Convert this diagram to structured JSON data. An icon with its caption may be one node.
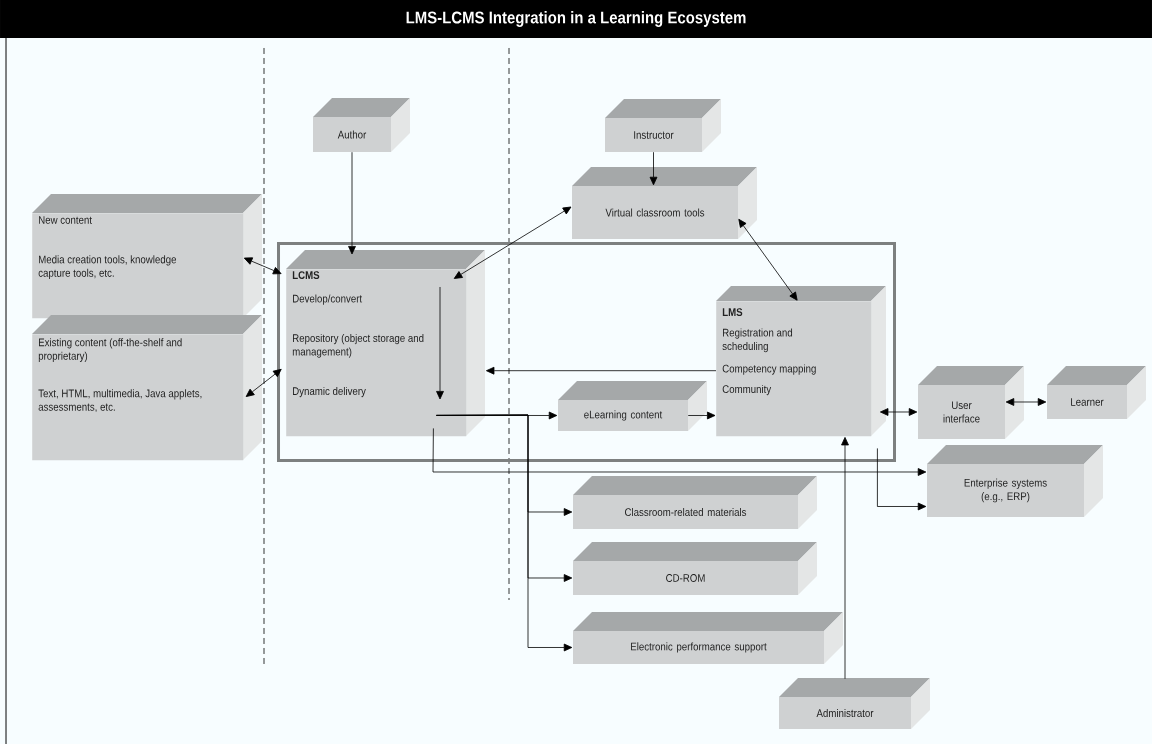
{
  "diagram": {
    "title": "LMS-LCMS Integration in a Learning Ecosystem",
    "nodes": [
      {
        "text": [
          "Author"
        ]
      },
      {
        "text": [
          "New content",
          "Media creation tools, knowledge capture tools, etc."
        ]
      },
      {
        "text": [
          "Existing content (off-the-shelf and proprietary)",
          "Text, HTML, multimedia, Java applets, assessments, etc."
        ]
      },
      {
        "text": [
          "Instructor"
        ]
      },
      {
        "text": [
          "Virtual classroom tools"
        ]
      },
      {
        "text": [],
        "shape": "box"
      },
      {
        "text": [
          "LCMS",
          "Develop/convert",
          "Repository (object storage and management)",
          "Dynamic delivery"
        ],
        "in": 5
      },
      {
        "text": [
          "eLearning content"
        ],
        "in": 5
      },
      {
        "text": [
          "LMS",
          "Registration and scheduling",
          "Competency mapping",
          "Community"
        ],
        "in": 5
      },
      {
        "text": [
          "User interface"
        ]
      },
      {
        "text": [
          "Learner"
        ]
      },
      {
        "text": [
          "Enterprise systems (e.g., ERP)"
        ]
      },
      {
        "text": [
          "Classroom-related materials"
        ]
      },
      {
        "text": [
          "CD-ROM"
        ]
      },
      {
        "text": [
          "Electronic performance support"
        ]
      },
      {
        "text": [
          "Administrator"
        ]
      }
    ],
    "edges": [
      {
        "from": 0,
        "to": 6,
        "arrow": "to"
      },
      {
        "from": 1,
        "to": 6,
        "arrow": "both"
      },
      {
        "from": 2,
        "to": 6,
        "arrow": "both"
      },
      {
        "from": 6,
        "to": 4,
        "arrow": "both"
      },
      {
        "from": 3,
        "to": 4,
        "arrow": "to"
      },
      {
        "from": 4,
        "to": 8,
        "arrow": "both"
      },
      {
        "from": 8,
        "to": 6,
        "arrow": "to"
      },
      {
        "from": 6,
        "to": 7,
        "arrow": "to"
      },
      {
        "from": 6,
        "to": 12,
        "arrow": "to"
      },
      {
        "from": 6,
        "to": 13,
        "arrow": "to"
      },
      {
        "from": 6,
        "to": 14,
        "arrow": "to"
      },
      {
        "from": 7,
        "to": 8,
        "arrow": "to"
      },
      {
        "from": 8,
        "to": 9,
        "arrow": "both"
      },
      {
        "from": 9,
        "to": 10,
        "arrow": "both"
      },
      {
        "from": 6,
        "to": 11,
        "arrow": "to"
      },
      {
        "from": 8,
        "to": 11,
        "arrow": "to"
      },
      {
        "from": 15,
        "to": 8,
        "arrow": "to"
      }
    ]
  }
}
